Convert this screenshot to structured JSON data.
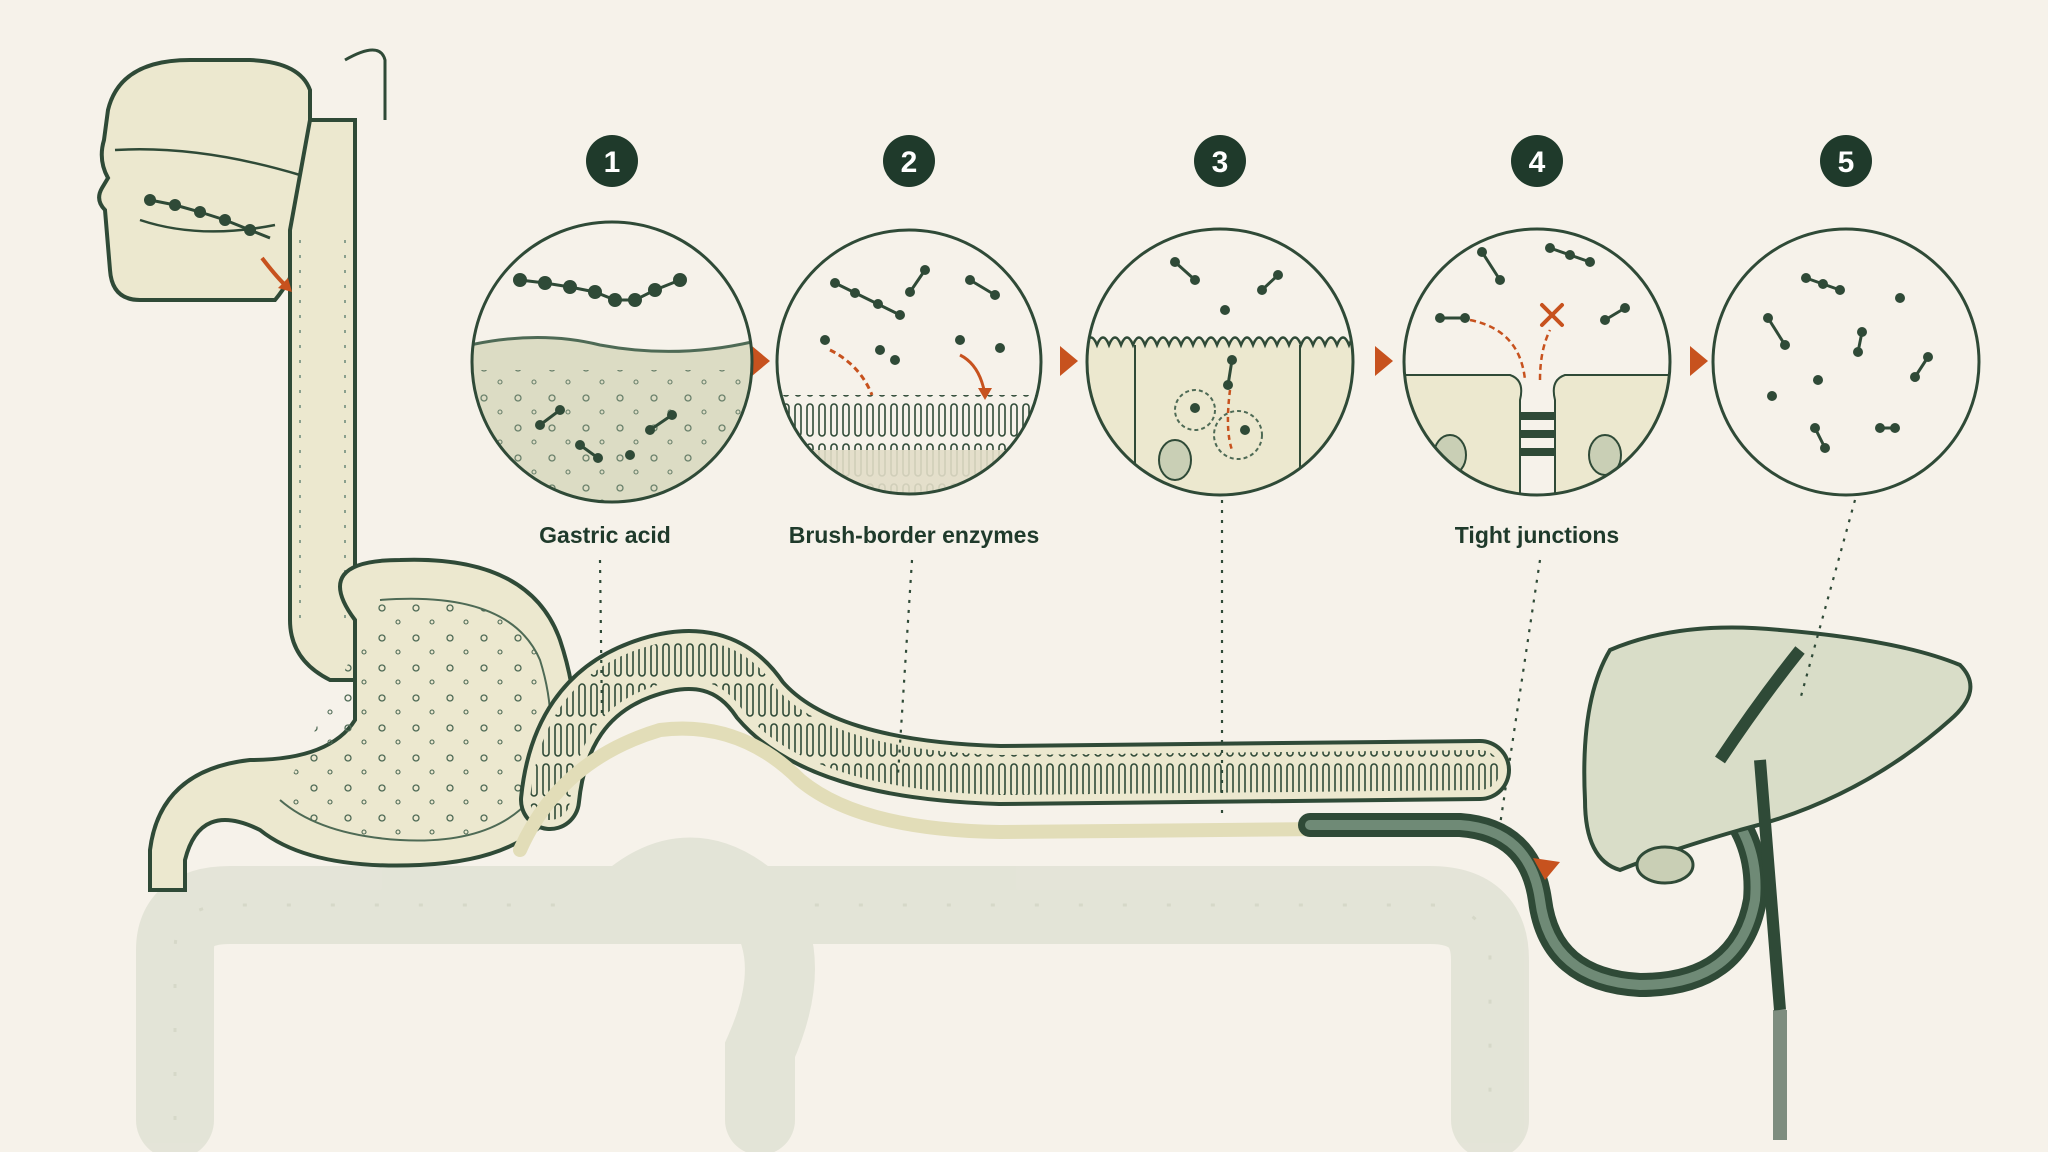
{
  "colors": {
    "background": "#f6f2ea",
    "ink": "#2f4a37",
    "dark_green": "#1f3a2b",
    "accent": "#c7521e",
    "tissue": "#ece8cf",
    "colon": "#d9ddcd"
  },
  "steps": [
    {
      "number": "1",
      "label": "Gastric acid"
    },
    {
      "number": "2",
      "label": "Brush-border enzymes"
    },
    {
      "number": "3",
      "label": ""
    },
    {
      "number": "4",
      "label": "Tight junctions"
    },
    {
      "number": "5",
      "label": ""
    }
  ],
  "icons": {
    "flow_arrow": "triangle-right-icon",
    "blocked": "x-mark-icon",
    "molecule": "molecule-icon"
  }
}
